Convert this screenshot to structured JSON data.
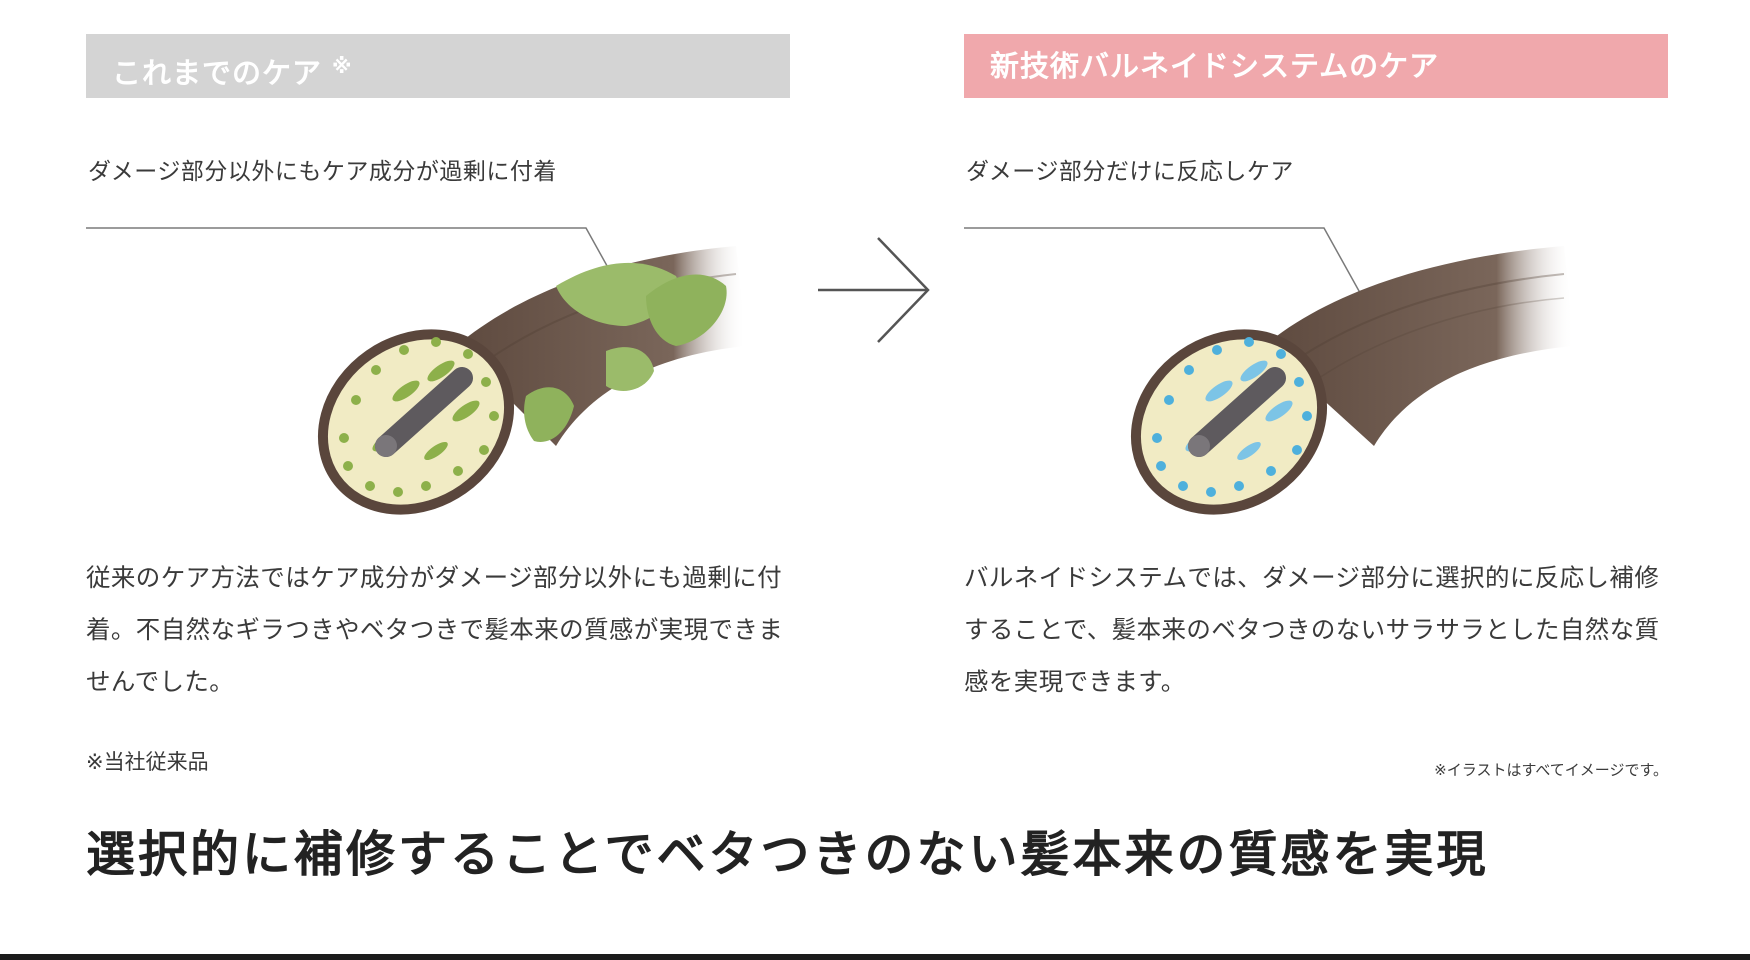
{
  "left": {
    "header": "これまでのケア",
    "header_mark": "※",
    "callout": "ダメージ部分以外にもケア成分が過剰に付着",
    "description": "従来のケア方法ではケア成分がダメージ部分以外にも過剰に付着。不自然なギラつきやベタつきで髪本来の質感が実現できませんでした。",
    "footnote": "※当社従来品"
  },
  "right": {
    "header": "新技術バルネイドシステムのケア",
    "callout": "ダメージ部分だけに反応しケア",
    "description": "バルネイドシステムでは、ダメージ部分に選択的に反応し補修することで、髪本来のベタつきのないサラサラとした自然な質感を実現できます。",
    "footnote": "※イラストはすべてイメージです。"
  },
  "headline": "選択的に補修することでベタつきのない髪本来の質感を実現",
  "colors": {
    "left_header_bg": "#d4d4d4",
    "right_header_bg": "#f0a8ac",
    "hair_brown": "#6e5a4e",
    "left_particles": "#8db04a",
    "right_particles": "#4eb0dc"
  },
  "icons": {
    "arrow": "arrow-right-icon",
    "left_illustration": "hair-strand-coated",
    "right_illustration": "hair-strand-targeted"
  }
}
